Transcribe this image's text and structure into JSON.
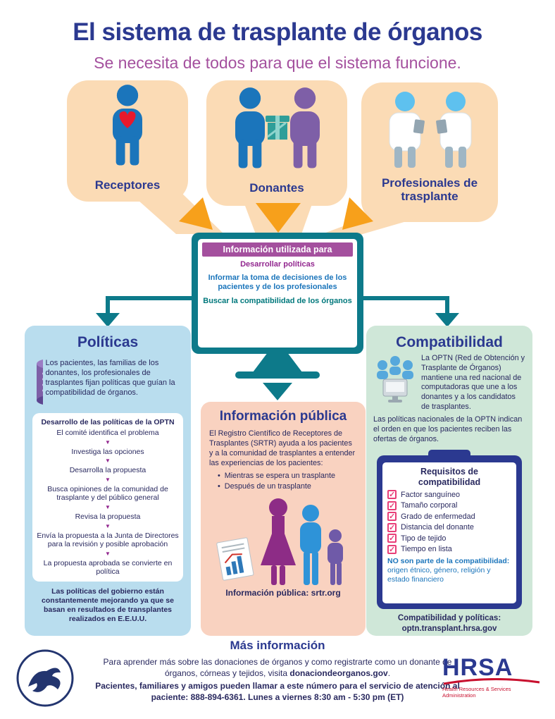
{
  "colors": {
    "title_blue": "#2b3990",
    "accent_purple": "#a4509e",
    "funnel_peach": "#fbdbb5",
    "arrow_orange": "#f7a01b",
    "teal": "#0d7a8a",
    "panel_blue": "#b9ddee",
    "panel_peach": "#f9d2c0",
    "panel_green": "#cfe7d8",
    "navy_text": "#29295f",
    "check_pink": "#e83e78",
    "hrsa_red": "#c8102e"
  },
  "icons": {
    "check": "✓",
    "step_arrow": "▼",
    "bullet": "•"
  },
  "header": {
    "title": "El sistema de trasplante de órganos",
    "subtitle": "Se necesita de todos para que el sistema funcione."
  },
  "audiences": {
    "receptores": "Receptores",
    "donantes": "Donantes",
    "profesionales": "Profesionales de trasplante"
  },
  "monitor": {
    "heading": "Información utilizada para",
    "use1": "Desarrollar políticas",
    "use2": "Informar la toma de decisiones de los pacientes y de los profesionales",
    "use3": "Buscar la compatibilidad de los órganos"
  },
  "policies": {
    "title": "Políticas",
    "intro": "Los pacientes, las familias de los donantes, los profesionales de trasplantes fijan políticas que guían la compatibilidad de órganos.",
    "process_title": "Desarrollo de las políticas de la OPTN",
    "steps": [
      "El comité identifica el problema",
      "Investiga las opciones",
      "Desarrolla la propuesta",
      "Busca opiniones de la comunidad de trasplante y del público general",
      "Revisa la propuesta",
      "Envía la propuesta a la Junta de Directores para la revisión y posible aprobación",
      "La propuesta aprobada se convierte en política"
    ],
    "note": "Las políticas del gobierno están constantemente mejorando ya que se basan en resultados de transplantes realizados en E.E.U.U."
  },
  "public_info": {
    "title": "Información pública",
    "body": "El Registro Científico de Receptores de Trasplantes (SRTR) ayuda a los pacientes y a la comunidad de trasplantes a entender las experiencias de los pacientes:",
    "bullets": [
      "Mientras se espera un trasplante",
      "Después de un trasplante"
    ],
    "footer": "Información pública: srtr.org"
  },
  "compatibility": {
    "title": "Compatibilidad",
    "body1": "La OPTN (Red de Obtención y Trasplante de Órganos) mantiene una red nacional de computadoras que une a los donantes y a los candidatos de trasplantes.",
    "body2": "Las políticas nacionales de la OPTN indican el orden en que los pacientes reciben las ofertas de órganos.",
    "checklist_title": "Requisitos de compatibilidad",
    "requirements": [
      "Factor sanguíneo",
      "Tamaño corporal",
      "Grado de enfermedad",
      "Distancia del donante",
      "Tipo de tejido",
      "Tiempo en lista"
    ],
    "exclusions_bold": "NO son parte de la compatibilidad:",
    "exclusions": "origen étnico, género, religión y estado financiero",
    "footer_label": "Compatibilidad y políticas:",
    "footer_url": "optn.transplant.hrsa.gov"
  },
  "more_info": {
    "title": "Más información",
    "p1_pre": "Para aprender más sobre las donaciones de órganos y como registrarte como un donante de órganos, córneas y tejidos, visita ",
    "p1_link": "donaciondeorganos.gov",
    "p1_post": ".",
    "p2": "Pacientes, familiares y amigos pueden llamar a este número para el servicio de atención al paciente: 888-894-6361. Lunes a viernes 8:30 am - 5:30 pm (ET)",
    "hrsa_acronym": "HRSA",
    "hrsa_name": "Health Resources & Services Administration"
  }
}
